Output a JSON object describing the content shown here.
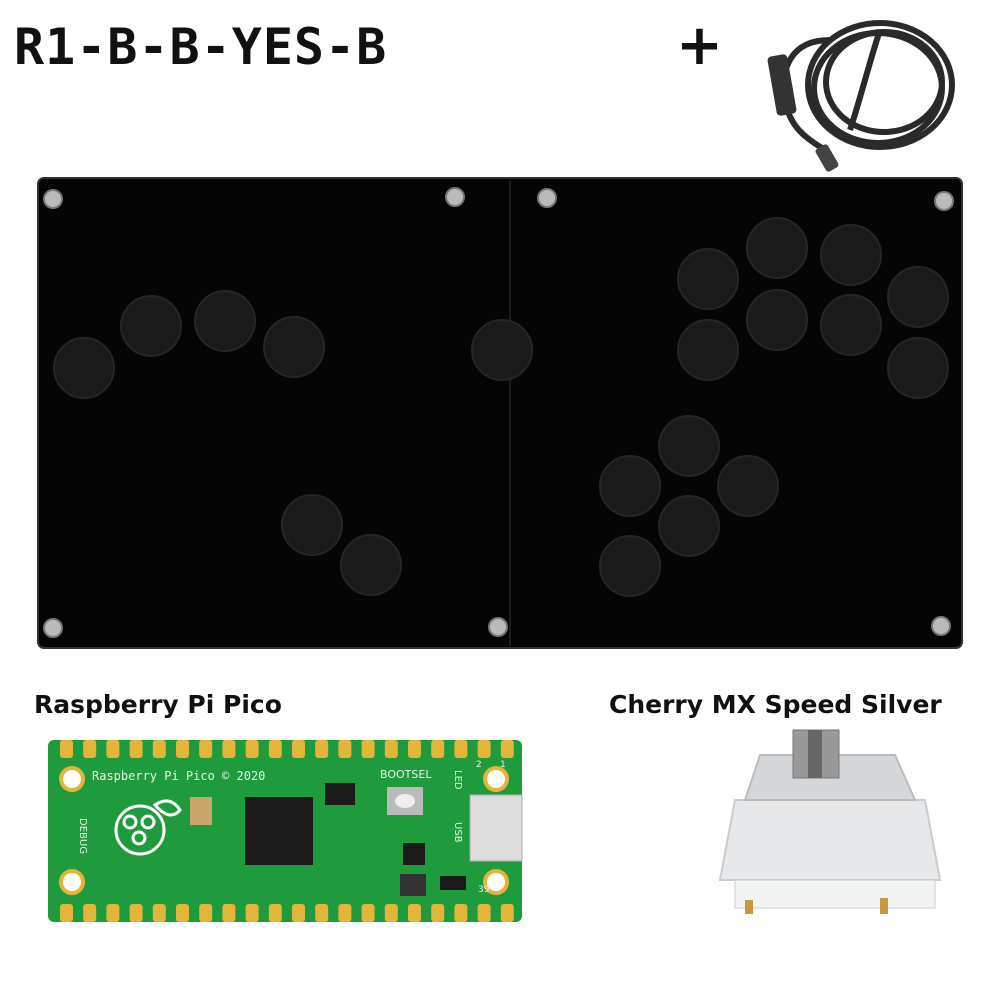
{
  "title": "R1-B-B-YES-B",
  "plus_sign": "+",
  "pico": {
    "label": "Raspberry Pi Pico",
    "silkscreen": "Raspberry Pi Pico © 2020",
    "bootsel": "BOOTSEL",
    "led": "LED",
    "debug": "DEBUG",
    "usb": "USB",
    "pin_2": "2",
    "pin_1": "1",
    "pin_39": "39"
  },
  "switch": {
    "label": "Cherry MX Speed Silver"
  },
  "colors": {
    "panel": "#050505",
    "button": "#1a1a1a",
    "pcb": "#1f9a3c",
    "pad": "#e3b53a"
  },
  "icons": [
    "usb-c-cable-icon",
    "plus-icon"
  ]
}
